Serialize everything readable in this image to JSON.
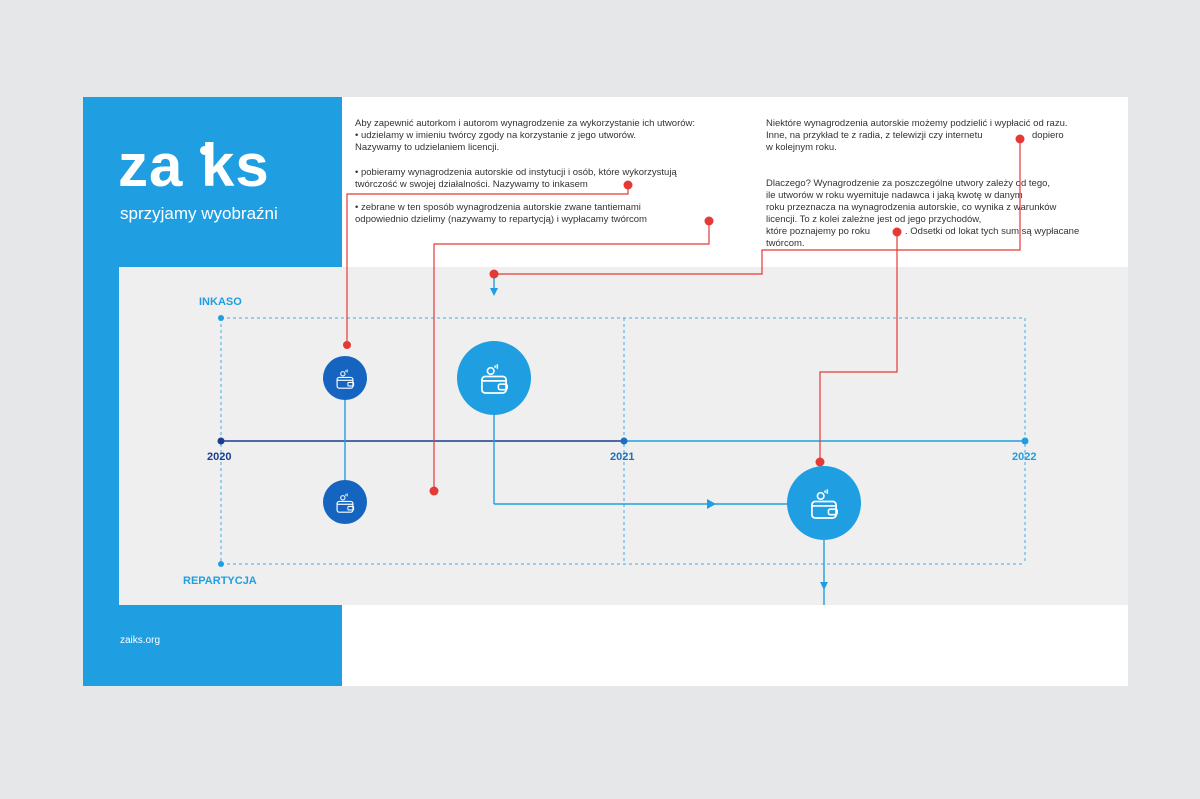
{
  "brand": {
    "logo": "za ks",
    "tagline": "sprzyjamy wyobraźni",
    "url": "zaiks.org"
  },
  "text_left": {
    "intro": "Aby zapewnić autorkom i autorom wynagrodzenie za wykorzystanie ich utworów:",
    "b1_l1": "•  udzielamy w imieniu twórcy zgody na korzystanie z jego utworów.",
    "b1_l2": "Nazywamy to udzielaniem licencji.",
    "b2_l1": "•  pobieramy wynagrodzenia autorskie od instytucji i osób, które wykorzystują",
    "b2_l2": "twórczość w swojej działalności. Nazywamy to inkasem",
    "b3_l1": "•  zebrane w ten sposób wynagrodzenia autorskie zwane tantiemami",
    "b3_l2": "odpowiednio dzielimy (nazywamy to repartycją) i wypłacamy twórcom"
  },
  "text_right": {
    "p1_l1": "Niektóre wynagrodzenia autorskie możemy podzielić i wypłacić od razu.",
    "p1_l2": "Inne, na przykład te z radia, z telewizji czy internetu",
    "p1_l2b": "dopiero",
    "p1_l3": "w kolejnym roku.",
    "p2_l1": "Dlaczego? Wynagrodzenie za poszczególne utwory zależy od tego,",
    "p2_l2": "ile utworów w roku wyemituje nadawca i jaką kwotę w danym",
    "p2_l3": "roku przeznacza na wynagrodzenia autorskie, co wynika z warunków",
    "p2_l4": "licencji. To z kolei zależne jest od jego przychodów,",
    "p2_l5": "które poznajemy po roku",
    "p2_l5b": ". Odsetki od lokat tych sum są wypłacane",
    "p2_l6": "twórcom."
  },
  "diagram": {
    "row_top": "INKASO",
    "row_bottom": "REPARTYCJA",
    "years": [
      "2020",
      "2021",
      "2022"
    ],
    "icon": "wallet-coins-icon",
    "colors": {
      "brand_blue": "#1f9fe2",
      "dark_blue": "#1565c0",
      "navy": "#1a3d8f",
      "red": "#e53935"
    }
  }
}
